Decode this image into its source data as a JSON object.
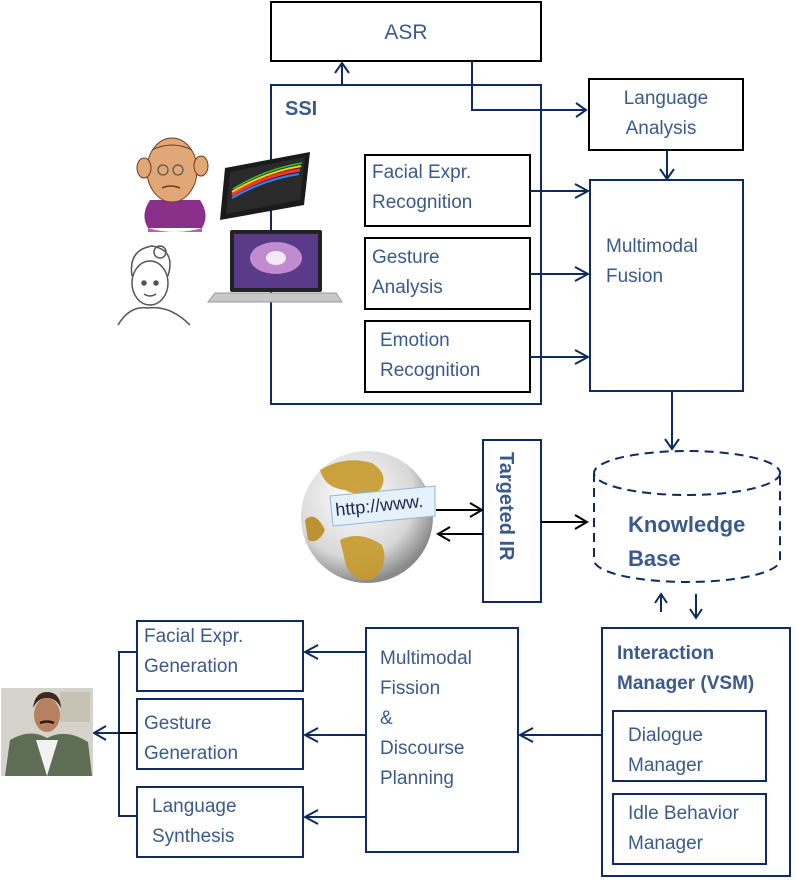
{
  "title": "Multimodal virtual agent system architecture",
  "colors": {
    "text": "#3b5a8c",
    "lines": "#0f2a5e",
    "box_border_dark": "#000000"
  },
  "components": {
    "asr": {
      "label": "ASR"
    },
    "ssi": {
      "label": "SSI"
    },
    "language_analysis": {
      "lines": [
        "Language",
        "Analysis"
      ]
    },
    "facial_recognition": {
      "lines": [
        "Facial Expr.",
        "Recognition"
      ]
    },
    "gesture_analysis": {
      "lines": [
        "Gesture",
        "Analysis"
      ]
    },
    "emotion_recognition": {
      "lines": [
        "Emotion",
        "Recognition"
      ]
    },
    "multimodal_fusion": {
      "lines": [
        "Multimodal",
        "Fusion"
      ]
    },
    "targeted_ir": {
      "label": "Targeted IR"
    },
    "knowledge_base": {
      "lines": [
        "Knowledge",
        "Base"
      ]
    },
    "interaction_manager": {
      "lines": [
        "Interaction",
        "Manager (VSM)"
      ],
      "dialogue_manager": {
        "lines": [
          "Dialogue",
          "Manager"
        ]
      },
      "idle_behavior_manager": {
        "lines": [
          "Idle Behavior",
          "Manager"
        ]
      }
    },
    "multimodal_fission": {
      "lines": [
        "Multimodal",
        "Fission",
        "&",
        "Discourse",
        "Planning"
      ]
    },
    "facial_generation": {
      "lines": [
        "Facial Expr.",
        "Generation"
      ]
    },
    "gesture_generation": {
      "lines": [
        "Gesture",
        "Generation"
      ]
    },
    "language_synthesis": {
      "lines": [
        "Language",
        "Synthesis"
      ]
    }
  },
  "images": {
    "elderly_man": "cartoon-elderly-man",
    "woman_sketch": "sketch-woman",
    "tablet": "tablet-device",
    "laptop": "laptop-device",
    "globe": "internet-globe",
    "globe_text": "http://www.",
    "virtual_agent": "virtual-agent-avatar"
  }
}
